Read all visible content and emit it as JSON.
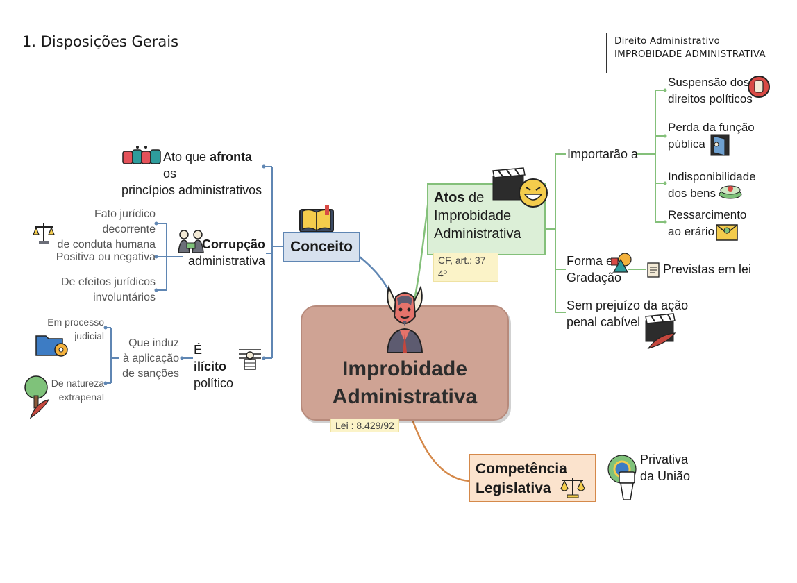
{
  "header": {
    "title": "1. Disposições Gerais",
    "subject": "Direito Administrativo",
    "topic": "IMPROBIDADE ADMINISTRATIVA"
  },
  "central": {
    "title_line1": "Improbidade",
    "title_line2": "Administrativa",
    "note": "Lei : 8.429/92"
  },
  "conceito": {
    "label": "Conceito",
    "afronta": {
      "pre": "Ato que ",
      "bold": "afronta",
      "post": " os",
      "line2": "princípios administrativos"
    },
    "corrupcao": {
      "line1": "Corrupção",
      "line2": "administrativa",
      "items": [
        {
          "line1": "Fato jurídico decorrente",
          "line2": "de conduta humana"
        },
        {
          "line1": "Positiva ou negativa"
        },
        {
          "line1": "De efeitos jurídicos",
          "line2": "involuntários"
        }
      ]
    },
    "ilicito": {
      "pre": "É ",
      "bold": "ilícito",
      "line2": "político",
      "sanction": {
        "line1": "Que induz",
        "line2": "à aplicação",
        "line3": "de sanções"
      },
      "items": [
        {
          "line1": "Em processo",
          "line2": "judicial"
        },
        {
          "line1": "De natureza",
          "line2": "extrapenal"
        }
      ]
    }
  },
  "atos": {
    "title_bold": "Atos",
    "title_rest": " de",
    "line2": "Improbidade",
    "line3": "Administrativa",
    "note_line1": "CF, art.: 37",
    "note_line2": "4º",
    "importarao": {
      "label": "Importarão a",
      "items": [
        {
          "line1": "Suspensão dos",
          "line2": "direitos políticos"
        },
        {
          "line1": "Perda da função",
          "line2": "pública"
        },
        {
          "line1": "Indisponibilidade",
          "line2": "dos bens"
        },
        {
          "line1": "Ressarcimento",
          "line2": "ao erário"
        }
      ]
    },
    "forma": {
      "line1": "Forma e",
      "line2": "Gradação",
      "child": "Previstas em lei"
    },
    "penal": {
      "line1": "Sem prejuízo da ação",
      "line2": "penal cabível"
    }
  },
  "competencia": {
    "line1": "Competência",
    "line2": "Legislativa",
    "child_line1": "Privativa",
    "child_line2": "da União"
  },
  "colors": {
    "blue": "#5f86b3",
    "green": "#84c07a",
    "orange": "#d5894a",
    "central_fill": "#cfa394",
    "note_fill": "#fbf3c8"
  }
}
